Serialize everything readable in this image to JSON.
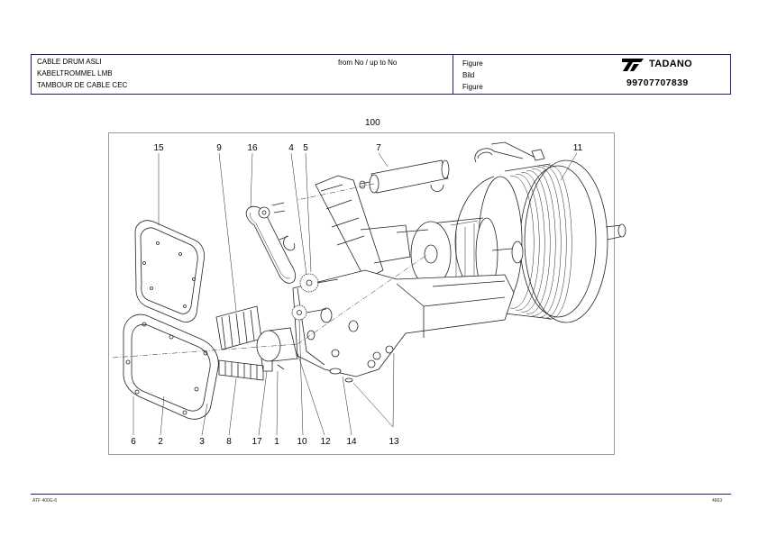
{
  "header": {
    "title_lines": [
      "CABLE DRUM ASLI",
      "KABELTROMMEL LMB",
      "TAMBOUR DE CABLE CEC"
    ],
    "range_text": "from No / up to No",
    "figure_labels": [
      "Figure",
      "Bild",
      "Figure"
    ],
    "brand": "TADANO",
    "document_number": "99707707839"
  },
  "drawing": {
    "figure_number": "100",
    "callouts": [
      "15",
      "9",
      "16",
      "4",
      "5",
      "7",
      "11",
      "6",
      "2",
      "3",
      "8",
      "17",
      "1",
      "10",
      "12",
      "14",
      "13"
    ]
  },
  "footer": {
    "left_code": "ATF 400G-6",
    "right_code": "4663"
  },
  "colors": {
    "border_blue": "#1c1f7a",
    "line_black": "#222222"
  }
}
